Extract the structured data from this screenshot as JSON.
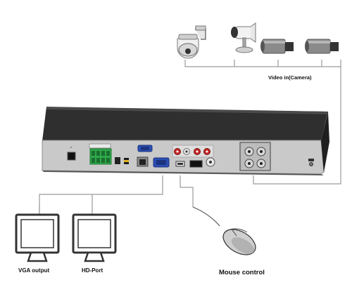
{
  "labels": {
    "video_in": "Video in(Camera)",
    "vga_output": "VGA output",
    "hd_port": "HD-Port",
    "mouse_control": "Mouse control"
  },
  "colors": {
    "dvr_top": "#2f2f2f",
    "dvr_back": "#c9c9c9",
    "port_blue": "#2b4fb3",
    "terminal_green": "#2fa84a",
    "line": "#9a9a9a"
  },
  "icons": {
    "ptz_camera": "dome-ptz-camera-icon",
    "bullet_camera_1": "bullet-camera-icon",
    "box_camera_1": "box-camera-icon",
    "box_camera_2": "box-camera-icon",
    "monitor_vga": "monitor-icon",
    "monitor_hd": "monitor-icon",
    "mouse": "mouse-icon",
    "dvr": "dvr-recorder-icon"
  }
}
